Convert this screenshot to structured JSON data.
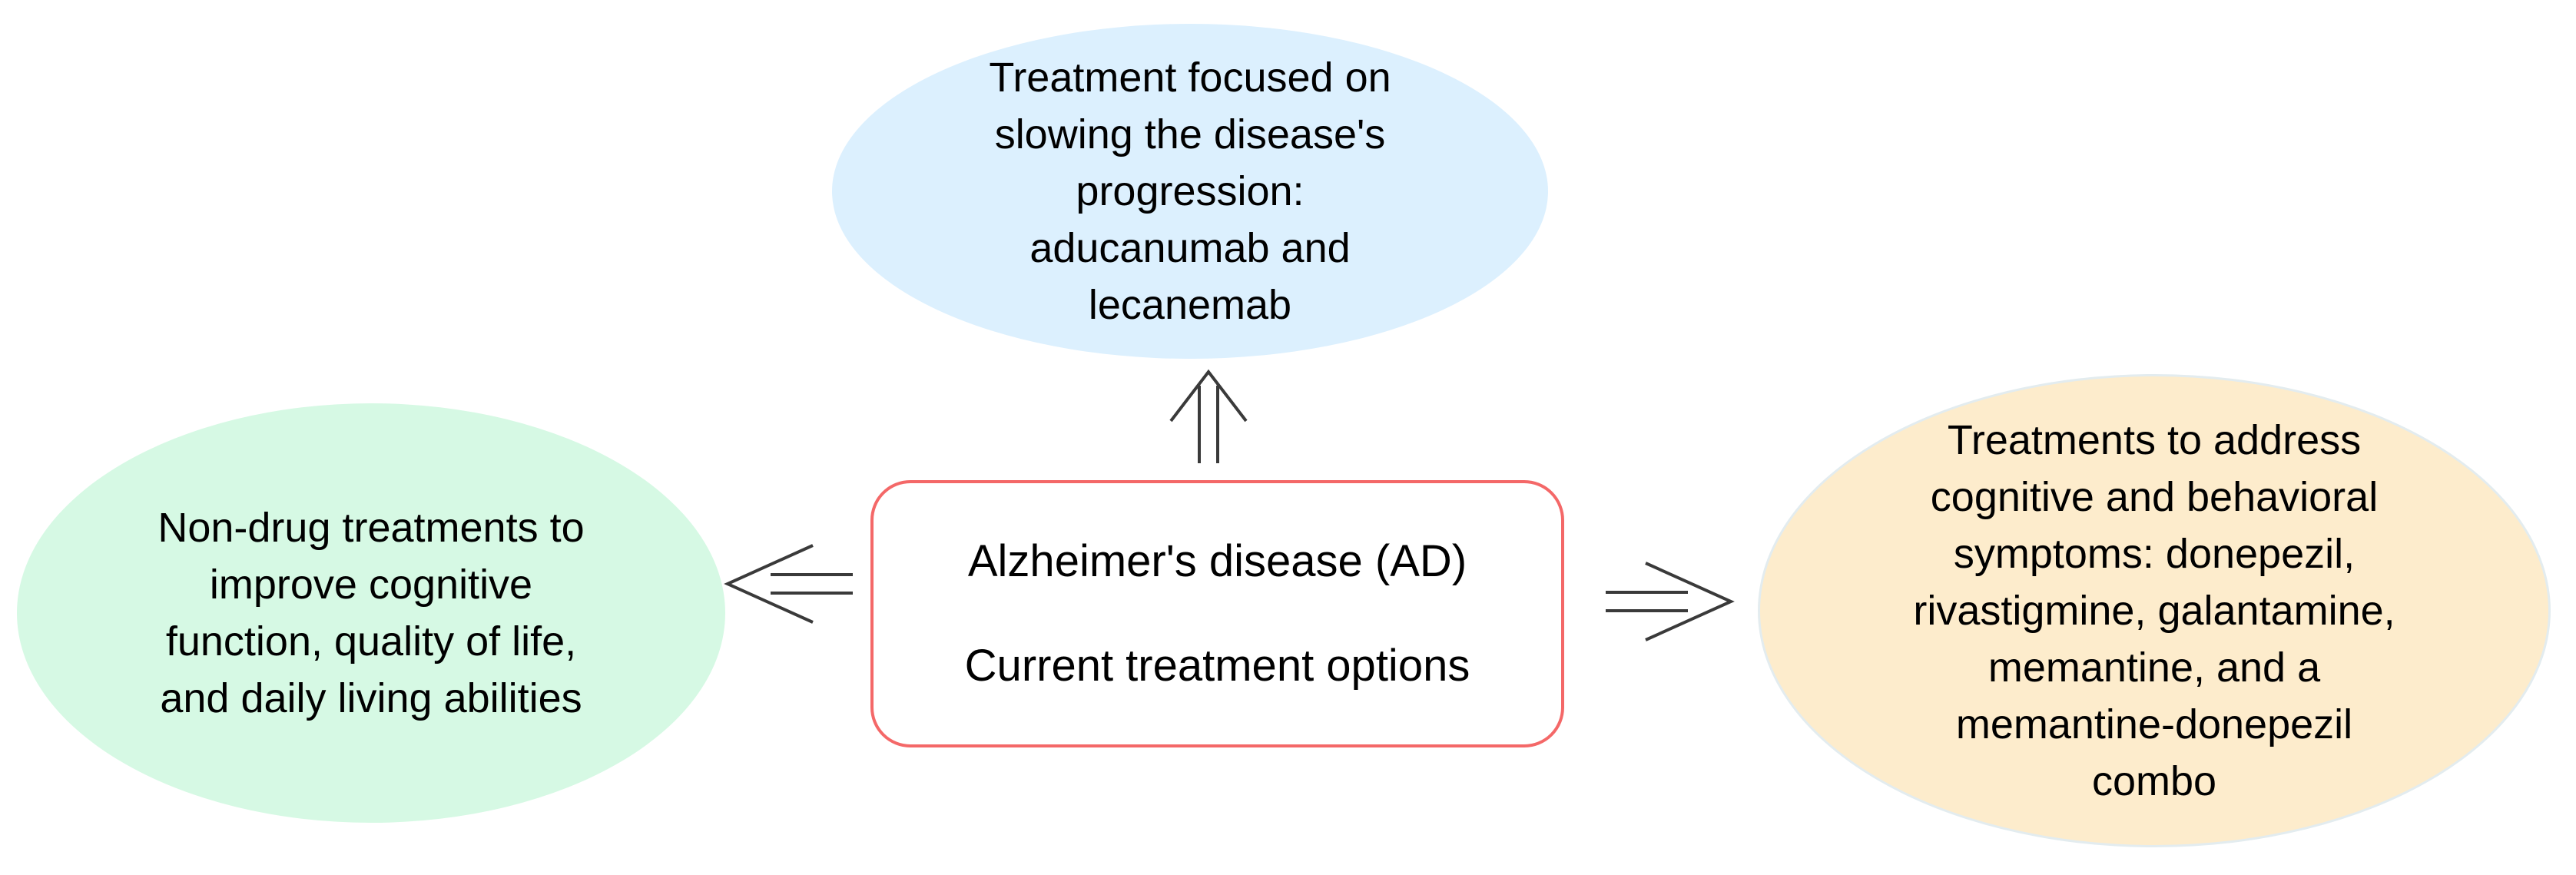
{
  "diagram": {
    "center": {
      "line1": "Alzheimer's disease (AD)",
      "line2": "Current treatment options"
    },
    "top": {
      "text": "Treatment focused on\nslowing the disease's\nprogression:\naducanumab and\nlecanemab"
    },
    "left": {
      "text": "Non-drug treatments to\nimprove cognitive\nfunction, quality of life,\nand daily living abilities"
    },
    "right": {
      "text": "Treatments to address\ncognitive and behavioral\nsymptoms: donepezil,\nrivastigmine, galantamine,\nmemantine, and a\nmemantine-donepezil\ncombo"
    },
    "colors": {
      "top_fill": "#dcf0fe",
      "left_fill": "#d6f9e4",
      "right_fill": "#fdeccc",
      "center_border": "#f46868",
      "arrow": "#3a3a3a"
    }
  }
}
